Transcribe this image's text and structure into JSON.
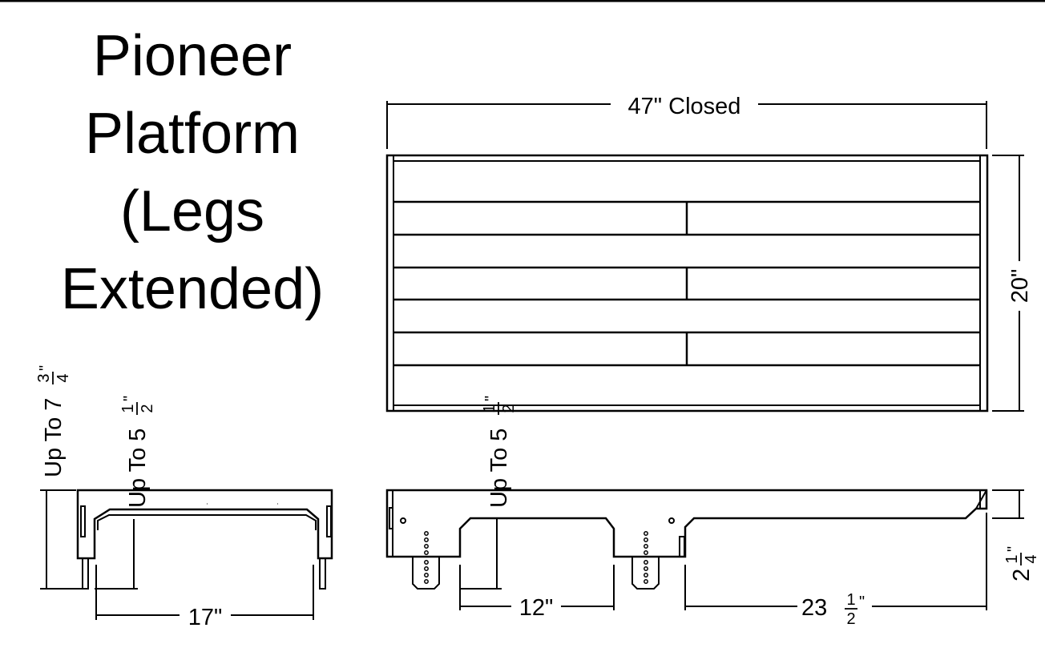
{
  "title_lines": [
    "Pioneer",
    "Platform",
    "(Legs",
    "Extended)"
  ],
  "dimensions": {
    "top_width": "47\" Closed",
    "top_depth": "20\"",
    "side_leg_height": {
      "prefix": "Up To 7",
      "num": "3",
      "den": "4",
      "suffix": "\""
    },
    "side_inner_height": {
      "prefix": "Up To 5",
      "num": "1",
      "den": "2",
      "suffix": "\""
    },
    "front_inner_height": {
      "prefix": "Up To 5",
      "num": "1",
      "den": "2",
      "suffix": "\""
    },
    "side_width": "17\"",
    "front_leg_gap": "12\"",
    "front_span": {
      "prefix": "23",
      "num": "1",
      "den": "2",
      "suffix": "\""
    },
    "front_height": {
      "prefix": "2",
      "num": "1",
      "den": "4",
      "suffix": "\""
    }
  }
}
